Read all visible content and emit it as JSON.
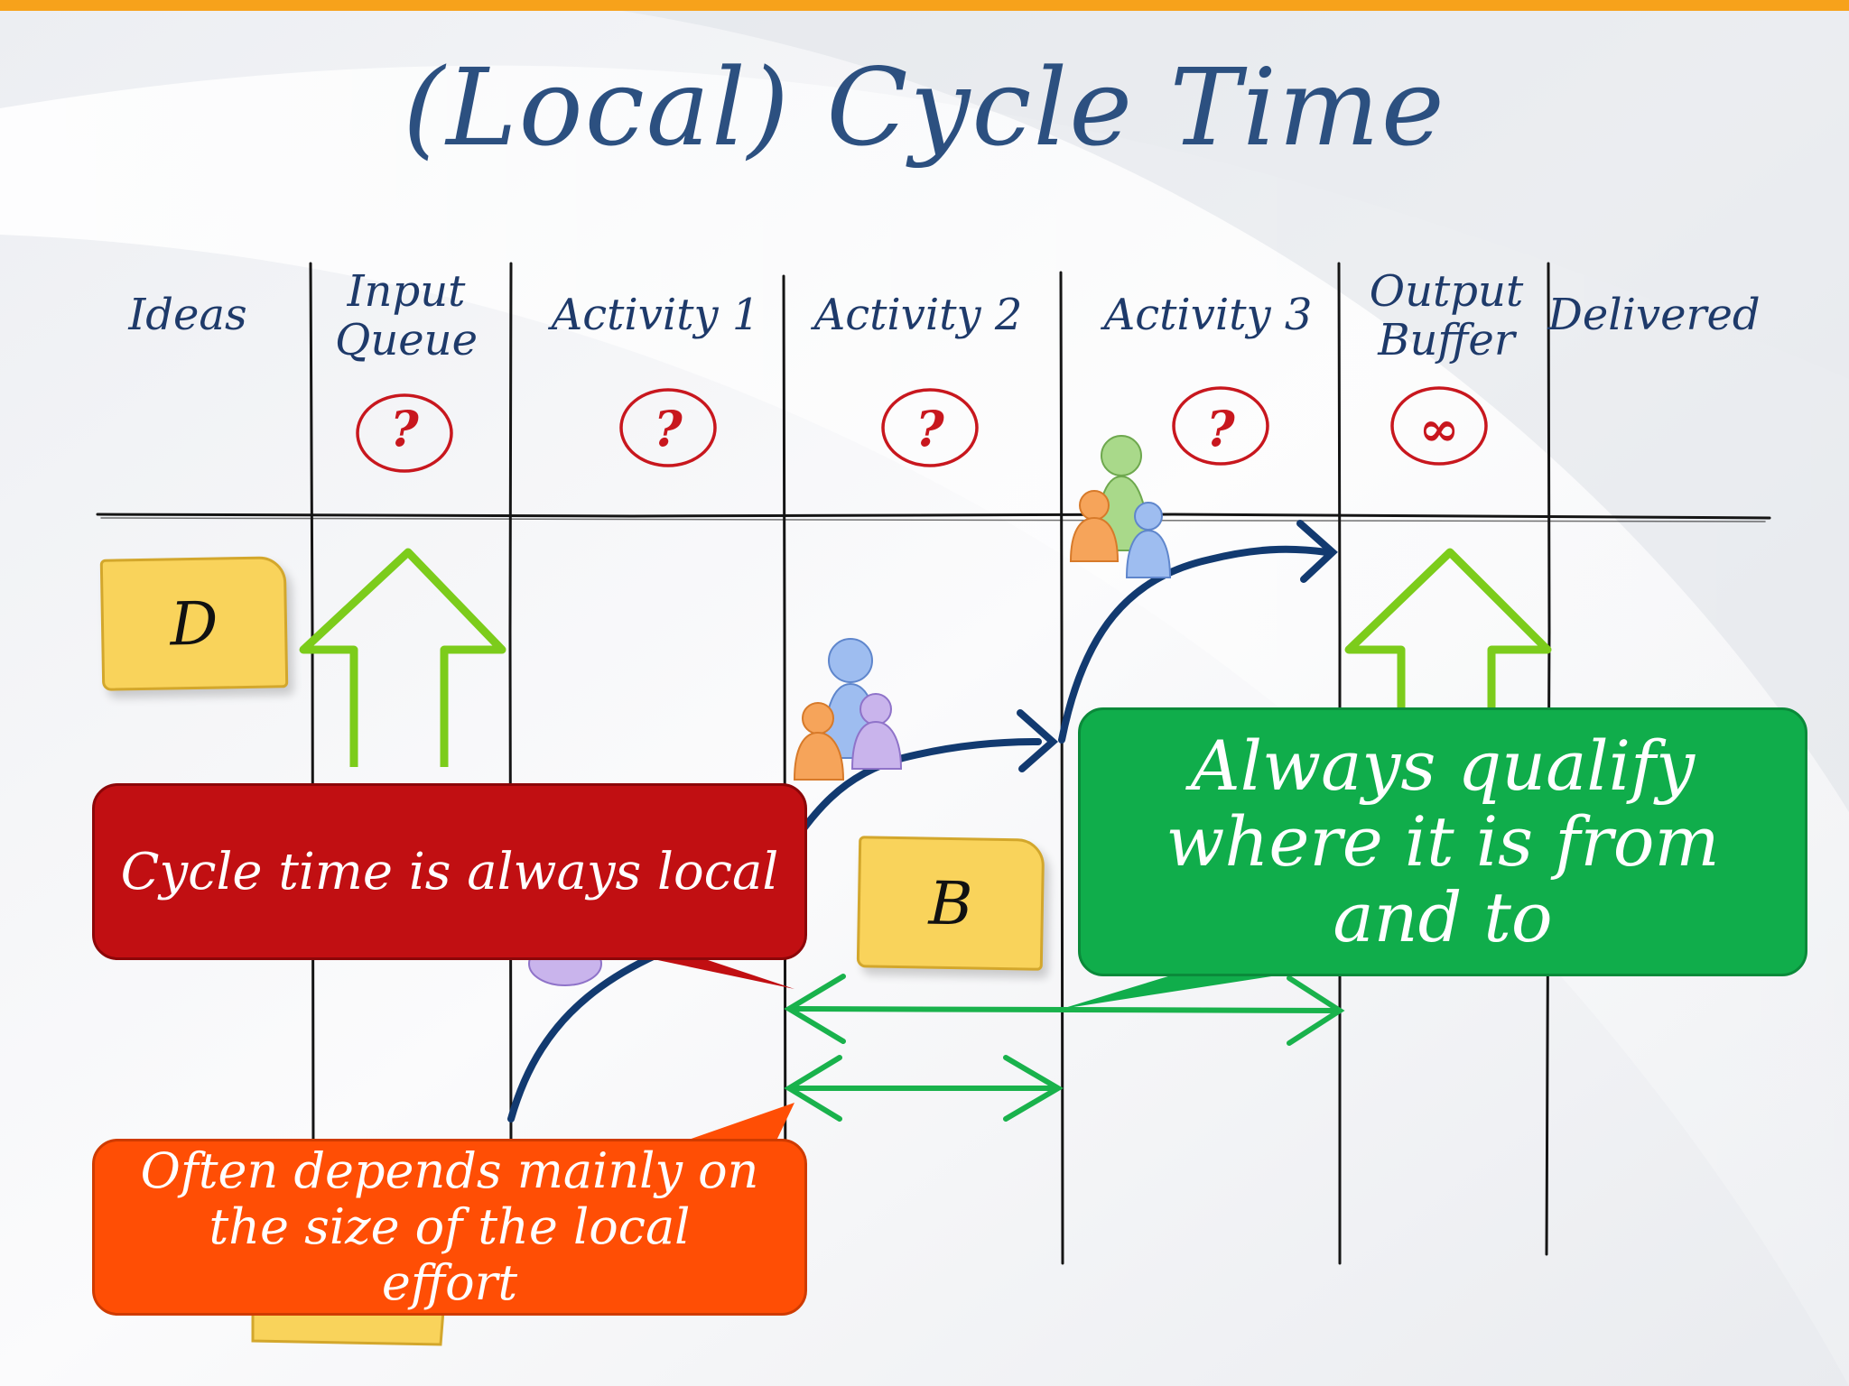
{
  "slide": {
    "title": "(Local) Cycle Time"
  },
  "columns": [
    {
      "label": "Ideas",
      "limit": ""
    },
    {
      "label": "Input\nQueue",
      "limit": "?"
    },
    {
      "label": "Activity 1",
      "limit": "?"
    },
    {
      "label": "Activity 2",
      "limit": "?"
    },
    {
      "label": "Activity 3",
      "limit": "?"
    },
    {
      "label": "Output\nBuffer",
      "limit": "∞"
    },
    {
      "label": "Delivered",
      "limit": ""
    }
  ],
  "stickies": {
    "d": "D",
    "b": "B"
  },
  "callouts": {
    "red": "Cycle time is always local",
    "green": "Always qualify where it is from and to",
    "orange": "Often depends mainly on the size of the local effort"
  },
  "colors": {
    "accent_bar": "#f7a21b",
    "title": "#2c5080",
    "red_callout": "#c10f12",
    "green_callout": "#10ad4b",
    "orange_callout": "#ff4e05",
    "sticky": "#f9d35b",
    "green_arrow": "#7ccc1b",
    "flow_arrow": "#123a70",
    "span_arrow": "#19b24c"
  }
}
